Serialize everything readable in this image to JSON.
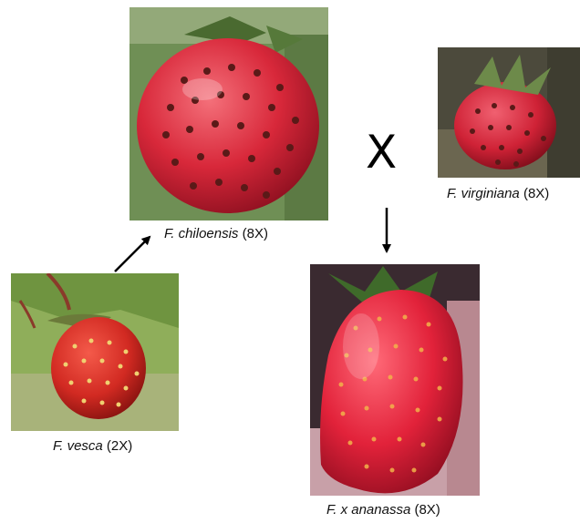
{
  "nodes": {
    "chiloensis": {
      "species": "F. chiloensis",
      "ploidy": "(8X)"
    },
    "virginiana": {
      "species": "F. virginiana",
      "ploidy": "(8X)"
    },
    "vesca": {
      "species": "F. vesca",
      "ploidy": "(2X)"
    },
    "ananassa": {
      "species": "F. x ananassa",
      "ploidy": "(8X)"
    }
  },
  "cross_symbol": "X",
  "colors": {
    "berry": "#d42a3a",
    "leaf": "#4f7a35",
    "seed": "#5a1a18",
    "arrow": "#000000"
  }
}
